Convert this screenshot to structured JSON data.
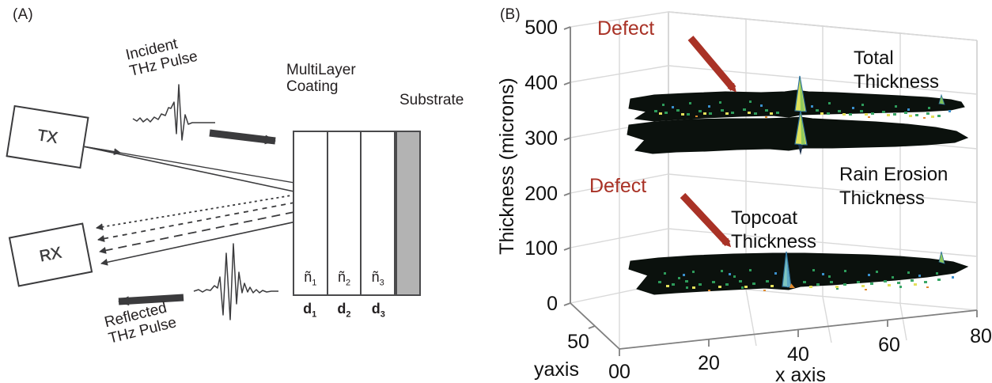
{
  "figure": {
    "panel_a_letter": "(A)",
    "panel_b_letter": "(B)"
  },
  "panel_a": {
    "transmitter_label": "TX",
    "receiver_label": "RX",
    "incident_label_line1": "Incident",
    "incident_label_line2": "THz Pulse",
    "reflected_label_line1": "Reflected",
    "reflected_label_line2": "THz Pulse",
    "multilayer_label_line1": "MultiLayer",
    "multilayer_label_line2": "Coating",
    "substrate_label": "Substrate",
    "layers": [
      {
        "index_label": "n",
        "index_sub": "1",
        "thickness_label": "d",
        "thickness_sub": "1"
      },
      {
        "index_label": "n",
        "index_sub": "2",
        "thickness_label": "d",
        "thickness_sub": "2"
      },
      {
        "index_label": "n",
        "index_sub": "3",
        "thickness_label": "d",
        "thickness_sub": "3"
      }
    ],
    "substrate_color": "#b3b3b3",
    "line_color": "#3b3b3d"
  },
  "chart_data": {
    "type": "surface",
    "title": "",
    "xlabel": "x axis",
    "ylabel": "yaxis",
    "zlabel": "Thickness (microns)",
    "xticks": [
      "00",
      "20",
      "40",
      "60",
      "80"
    ],
    "xtick_values": [
      0,
      20,
      40,
      60,
      80
    ],
    "yticks": [
      "50"
    ],
    "ytick_values": [
      50
    ],
    "zticks": [
      "0",
      "100",
      "200",
      "300",
      "400",
      "500"
    ],
    "ztick_values": [
      0,
      100,
      200,
      300,
      400,
      500
    ],
    "zlim": [
      0,
      500
    ],
    "xlim": [
      0,
      80
    ],
    "grid": true,
    "legend_position": "in-plot annotations",
    "surfaces": [
      {
        "name": "Total Thickness",
        "mean_z": 330,
        "defect_peak_z": 395,
        "defect_x": 20
      },
      {
        "name": "Rain Erosion Thickness",
        "mean_z": 290,
        "defect_peak_z": 350,
        "defect_x": 20
      },
      {
        "name": "Topcoat Thickness",
        "mean_z": 30,
        "defect_peak_z": 90,
        "defect_x": 20
      }
    ],
    "annotations": [
      {
        "text": "Defect",
        "color": "#a93226",
        "points_to": "Total Thickness"
      },
      {
        "text": "Defect",
        "color": "#a93226",
        "points_to": "Topcoat Thickness"
      }
    ],
    "surface_labels": [
      "Total Thickness",
      "Rain Erosion Thickness",
      "Topcoat Thickness"
    ],
    "colors": {
      "accent_red": "#a93226",
      "grid": "#d9d9d9",
      "axis": "#808080",
      "surface_base": "#0a0f0a",
      "surface_speckle_green": "#3fa45b",
      "surface_speckle_yellow": "#e8e24a",
      "surface_speckle_blue": "#3a8fcc"
    }
  }
}
